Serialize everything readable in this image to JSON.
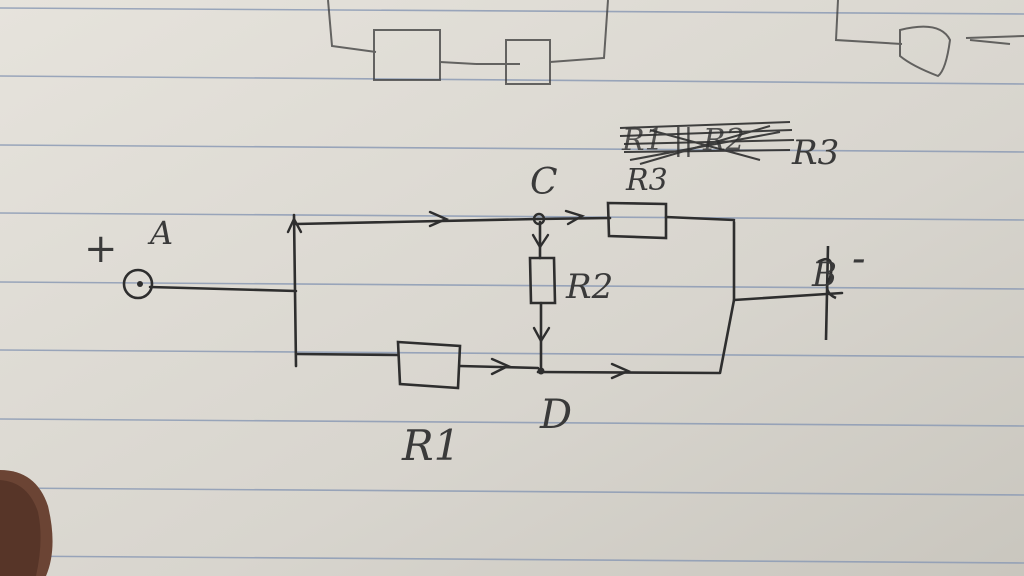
{
  "diagram": {
    "nodes": {
      "A": {
        "label": "A",
        "polarity": "+"
      },
      "B": {
        "label": "B",
        "polarity": "-"
      },
      "C": {
        "label": "C"
      },
      "D": {
        "label": "D"
      }
    },
    "resistors": [
      {
        "id": "R1",
        "label": "R1",
        "between": [
          "A",
          "D"
        ]
      },
      {
        "id": "R2",
        "label": "R2",
        "between": [
          "C",
          "D"
        ]
      },
      {
        "id": "R3",
        "label": "R3",
        "between": [
          "C",
          "B"
        ]
      }
    ],
    "struck_text": "R1 || R2",
    "struck_text_result": "R3",
    "colors": {
      "paper": "#d9d6cf",
      "rule_line": "#8c9bb5",
      "ink": "#2e2e2e"
    }
  }
}
